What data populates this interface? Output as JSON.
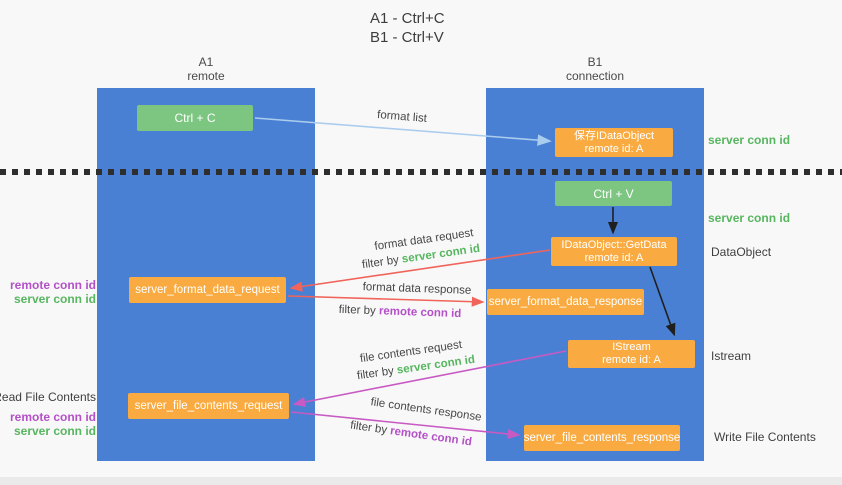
{
  "colors": {
    "panel_blue": "#4a80d4",
    "box_green": "#7dc682",
    "box_orange": "#f9ab42",
    "arrow_light_blue": "#aacdee",
    "arrow_red": "#f0645a",
    "arrow_pink": "#c85ac3",
    "arrow_black": "#1f1f1f",
    "label_green": "#57b660",
    "label_purple": "#b450c8"
  },
  "title": {
    "line1": "A1 - Ctrl+C",
    "line2": "B1 - Ctrl+V"
  },
  "lanes": {
    "left": {
      "id": "A1",
      "name": "remote"
    },
    "right": {
      "id": "B1",
      "name": "connection"
    }
  },
  "nodes": {
    "ctrl_c": {
      "label": "Ctrl + C"
    },
    "ctrl_v": {
      "label": "Ctrl + V"
    },
    "save_dataobject": {
      "line1": "保存IDataObject",
      "line2": "remote id: A"
    },
    "getdata": {
      "line1": "IDataObject::GetData",
      "line2": "remote id: A"
    },
    "istream": {
      "line1": "IStream",
      "line2": "remote id: A"
    },
    "format_request": {
      "label": "server_format_data_request"
    },
    "format_response": {
      "label": "server_format_data_response"
    },
    "file_request": {
      "label": "server_file_contents_request"
    },
    "file_response": {
      "label": "server_file_contents_response"
    }
  },
  "arrow_labels": {
    "format_list": "format list",
    "format_data_request": {
      "text": "format data request",
      "filter_prefix": "filter by ",
      "filter_key": "server conn id"
    },
    "format_data_response": {
      "text": "format data response",
      "filter_prefix": "filter by ",
      "filter_key": "remote conn id"
    },
    "file_contents_request": {
      "text": "file contents request",
      "filter_prefix": "filter by ",
      "filter_key": "server conn id"
    },
    "file_contents_response": {
      "text": "file contents response",
      "filter_prefix": "filter by ",
      "filter_key": "remote conn id"
    }
  },
  "side_labels": {
    "server_conn_id_top": "server conn id",
    "server_conn_id_mid": "server conn id",
    "dataobject": "DataObject",
    "istream": "Istream",
    "write_file_contents": "Write File Contents",
    "read_file_contents": "Read File Contents",
    "left_group1": {
      "remote": "remote conn id",
      "server": "server conn id"
    },
    "left_group2": {
      "remote": "remote conn id",
      "server": "server conn id"
    }
  }
}
